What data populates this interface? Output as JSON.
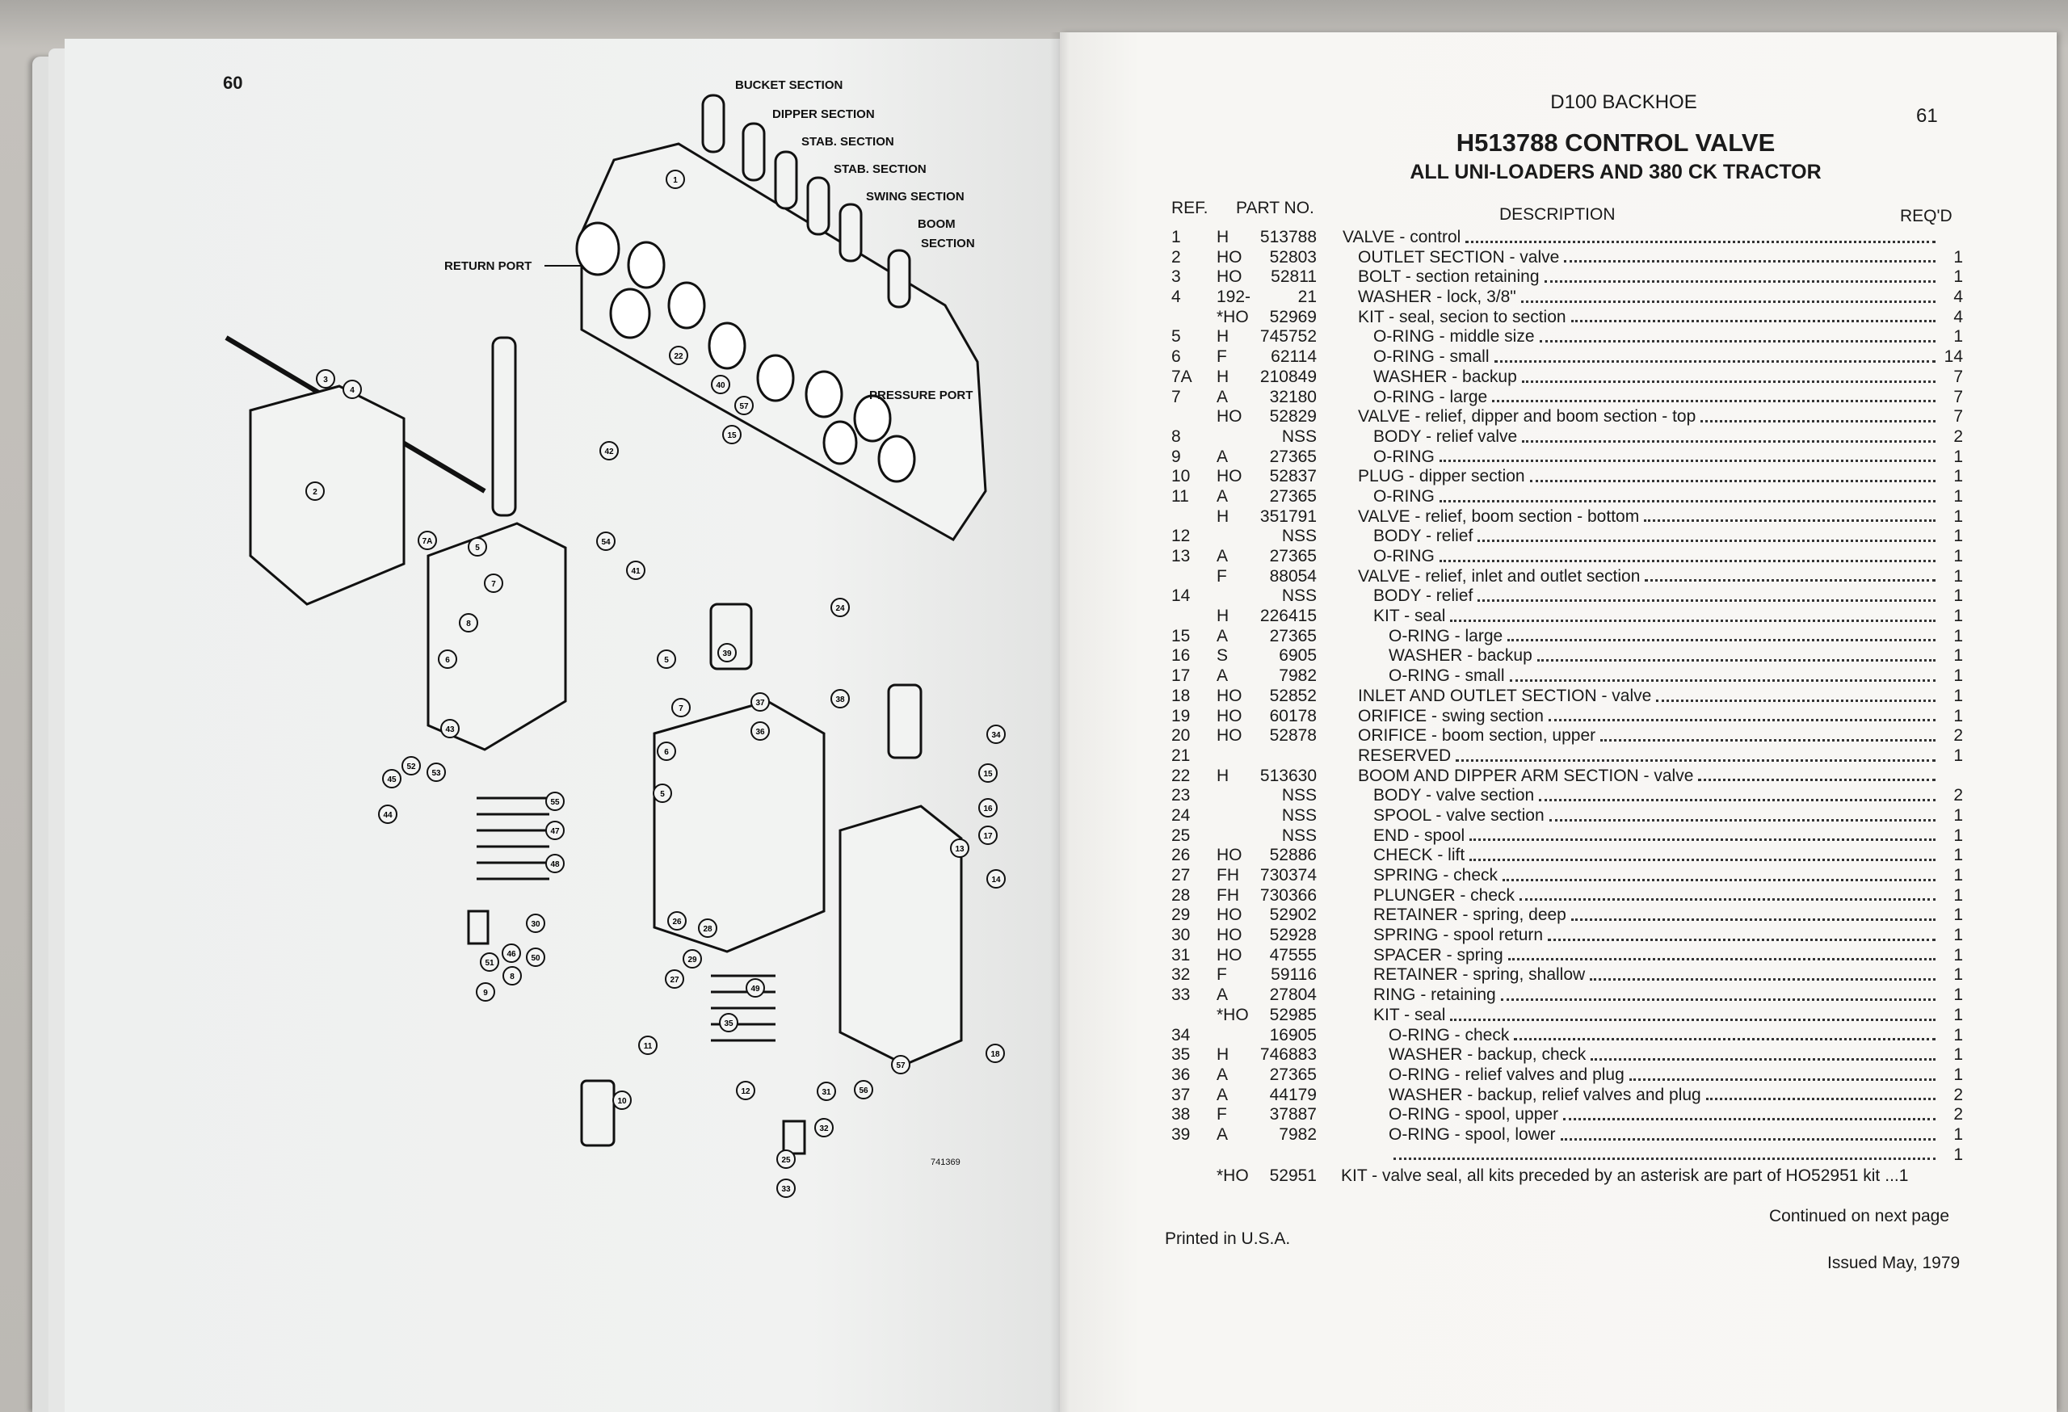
{
  "left_page": {
    "page_number": "60",
    "figure_number": "741369",
    "diagram_labels": {
      "bucket": "BUCKET SECTION",
      "dipper": "DIPPER SECTION",
      "stab1": "STAB. SECTION",
      "stab2": "STAB. SECTION",
      "swing": "SWING SECTION",
      "boom1": "BOOM",
      "boom2": "SECTION",
      "return_port": "RETURN PORT",
      "pressure_port": "PRESSURE PORT"
    },
    "callouts": [
      "1",
      "22",
      "40",
      "57",
      "15",
      "3",
      "4",
      "2",
      "42",
      "54",
      "41",
      "7A",
      "5",
      "7",
      "8",
      "6",
      "24",
      "37",
      "38",
      "36",
      "34",
      "15",
      "16",
      "17",
      "5",
      "7",
      "6",
      "5",
      "43",
      "52",
      "53",
      "45",
      "44",
      "55",
      "47",
      "48",
      "50",
      "30",
      "46",
      "51",
      "8",
      "9",
      "26",
      "28",
      "29",
      "27",
      "31",
      "32",
      "25",
      "33",
      "11",
      "12",
      "10",
      "56",
      "57",
      "18",
      "35",
      "49",
      "14",
      "13",
      "39"
    ]
  },
  "right_page": {
    "running_head": "D100 BACKHOE",
    "page_number": "61",
    "title": "H513788 CONTROL VALVE",
    "subtitle": "ALL UNI-LOADERS AND 380 CK TRACTOR",
    "columns": {
      "ref": "REF.",
      "part_no": "PART NO.",
      "description": "DESCRIPTION",
      "reqd": "REQ'D"
    },
    "rows": [
      {
        "ref": "1",
        "code": "H",
        "part": "513788",
        "desc": "VALVE - control",
        "level": 0,
        "qty": ""
      },
      {
        "ref": "2",
        "code": "HO",
        "part": "52803",
        "desc": "OUTLET SECTION - valve",
        "level": 1,
        "qty": "1"
      },
      {
        "ref": "3",
        "code": "HO",
        "part": "52811",
        "desc": "BOLT - section retaining",
        "level": 1,
        "qty": "1"
      },
      {
        "ref": "4",
        "code": "192-",
        "part": "21",
        "desc": "WASHER - lock, 3/8\"",
        "level": 1,
        "qty": "4"
      },
      {
        "ref": "",
        "code": "*HO",
        "part": "52969",
        "desc": "KIT - seal, secion to section",
        "level": 1,
        "qty": "4"
      },
      {
        "ref": "5",
        "code": "H",
        "part": "745752",
        "desc": "O-RING - middle size",
        "level": 2,
        "qty": "1"
      },
      {
        "ref": "6",
        "code": "F",
        "part": "62114",
        "desc": "O-RING - small",
        "level": 2,
        "qty": "14"
      },
      {
        "ref": "7A",
        "code": "H",
        "part": "210849",
        "desc": "WASHER - backup",
        "level": 2,
        "qty": "7"
      },
      {
        "ref": "7",
        "code": "A",
        "part": "32180",
        "desc": "O-RING - large",
        "level": 2,
        "qty": "7"
      },
      {
        "ref": "",
        "code": "HO",
        "part": "52829",
        "desc": "VALVE - relief, dipper and boom section - top",
        "level": 1,
        "qty": "7"
      },
      {
        "ref": "8",
        "code": "",
        "part": "NSS",
        "desc": "BODY - relief valve",
        "level": 2,
        "qty": "2"
      },
      {
        "ref": "9",
        "code": "A",
        "part": "27365",
        "desc": "O-RING",
        "level": 2,
        "qty": "1"
      },
      {
        "ref": "10",
        "code": "HO",
        "part": "52837",
        "desc": "PLUG - dipper section",
        "level": 1,
        "qty": "1"
      },
      {
        "ref": "11",
        "code": "A",
        "part": "27365",
        "desc": "O-RING",
        "level": 2,
        "qty": "1"
      },
      {
        "ref": "",
        "code": "H",
        "part": "351791",
        "desc": "VALVE - relief, boom section - bottom",
        "level": 1,
        "qty": "1"
      },
      {
        "ref": "12",
        "code": "",
        "part": "NSS",
        "desc": "BODY - relief",
        "level": 2,
        "qty": "1"
      },
      {
        "ref": "13",
        "code": "A",
        "part": "27365",
        "desc": "O-RING",
        "level": 2,
        "qty": "1"
      },
      {
        "ref": "",
        "code": "F",
        "part": "88054",
        "desc": "VALVE - relief, inlet and outlet section",
        "level": 1,
        "qty": "1"
      },
      {
        "ref": "14",
        "code": "",
        "part": "NSS",
        "desc": "BODY - relief",
        "level": 2,
        "qty": "1"
      },
      {
        "ref": "",
        "code": "H",
        "part": "226415",
        "desc": "KIT - seal",
        "level": 2,
        "qty": "1"
      },
      {
        "ref": "15",
        "code": "A",
        "part": "27365",
        "desc": "O-RING - large",
        "level": 3,
        "qty": "1"
      },
      {
        "ref": "16",
        "code": "S",
        "part": "6905",
        "desc": "WASHER - backup",
        "level": 3,
        "qty": "1"
      },
      {
        "ref": "17",
        "code": "A",
        "part": "7982",
        "desc": "O-RING - small",
        "level": 3,
        "qty": "1"
      },
      {
        "ref": "18",
        "code": "HO",
        "part": "52852",
        "desc": "INLET AND OUTLET SECTION - valve",
        "level": 1,
        "qty": "1"
      },
      {
        "ref": "19",
        "code": "HO",
        "part": "60178",
        "desc": "ORIFICE - swing section",
        "level": 1,
        "qty": "1"
      },
      {
        "ref": "20",
        "code": "HO",
        "part": "52878",
        "desc": "ORIFICE - boom section, upper",
        "level": 1,
        "qty": "2"
      },
      {
        "ref": "21",
        "code": "",
        "part": "",
        "desc": "RESERVED",
        "level": 1,
        "qty": "1"
      },
      {
        "ref": "22",
        "code": "H",
        "part": "513630",
        "desc": "BOOM AND DIPPER ARM SECTION - valve",
        "level": 1,
        "qty": ""
      },
      {
        "ref": "23",
        "code": "",
        "part": "NSS",
        "desc": "BODY - valve section",
        "level": 2,
        "qty": "2"
      },
      {
        "ref": "24",
        "code": "",
        "part": "NSS",
        "desc": "SPOOL - valve section",
        "level": 2,
        "qty": "1"
      },
      {
        "ref": "25",
        "code": "",
        "part": "NSS",
        "desc": "END - spool",
        "level": 2,
        "qty": "1"
      },
      {
        "ref": "26",
        "code": "HO",
        "part": "52886",
        "desc": "CHECK - lift",
        "level": 2,
        "qty": "1"
      },
      {
        "ref": "27",
        "code": "FH",
        "part": "730374",
        "desc": "SPRING - check",
        "level": 2,
        "qty": "1"
      },
      {
        "ref": "28",
        "code": "FH",
        "part": "730366",
        "desc": "PLUNGER - check",
        "level": 2,
        "qty": "1"
      },
      {
        "ref": "29",
        "code": "HO",
        "part": "52902",
        "desc": "RETAINER - spring, deep",
        "level": 2,
        "qty": "1"
      },
      {
        "ref": "30",
        "code": "HO",
        "part": "52928",
        "desc": "SPRING - spool return",
        "level": 2,
        "qty": "1"
      },
      {
        "ref": "31",
        "code": "HO",
        "part": "47555",
        "desc": "SPACER - spring",
        "level": 2,
        "qty": "1"
      },
      {
        "ref": "32",
        "code": "F",
        "part": "59116",
        "desc": "RETAINER - spring, shallow",
        "level": 2,
        "qty": "1"
      },
      {
        "ref": "33",
        "code": "A",
        "part": "27804",
        "desc": "RING - retaining",
        "level": 2,
        "qty": "1"
      },
      {
        "ref": "",
        "code": "*HO",
        "part": "52985",
        "desc": "KIT - seal",
        "level": 2,
        "qty": "1"
      },
      {
        "ref": "34",
        "code": "",
        "part": "16905",
        "desc": "O-RING - check",
        "level": 3,
        "qty": "1"
      },
      {
        "ref": "35",
        "code": "H",
        "part": "746883",
        "desc": "WASHER - backup, check",
        "level": 3,
        "qty": "1"
      },
      {
        "ref": "36",
        "code": "A",
        "part": "27365",
        "desc": "O-RING - relief valves and plug",
        "level": 3,
        "qty": "1"
      },
      {
        "ref": "37",
        "code": "A",
        "part": "44179",
        "desc": "WASHER - backup, relief valves and plug",
        "level": 3,
        "qty": "2"
      },
      {
        "ref": "38",
        "code": "F",
        "part": "37887",
        "desc": "O-RING - spool, upper",
        "level": 3,
        "qty": "2"
      },
      {
        "ref": "39",
        "code": "A",
        "part": "7982",
        "desc": "O-RING - spool, lower",
        "level": 3,
        "qty": "1"
      },
      {
        "ref": "",
        "code": "",
        "part": "",
        "desc": "",
        "level": 3,
        "qty": "1"
      }
    ],
    "kit_row": {
      "code": "*HO",
      "part": "52951",
      "desc": "KIT - valve seal, all kits preceded by an asterisk are part of HO52951 kit",
      "qty": "...1"
    },
    "continued": "Continued on next page",
    "printed": "Printed in U.S.A.",
    "issued": "Issued May, 1979"
  }
}
